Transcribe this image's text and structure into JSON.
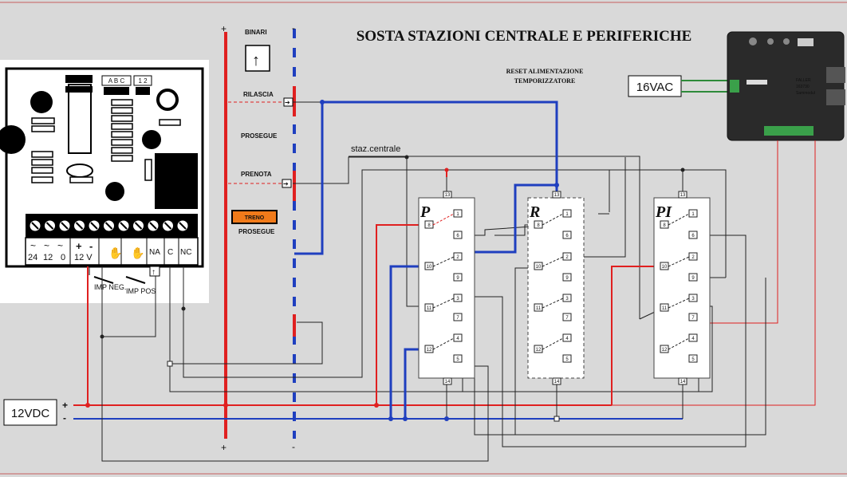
{
  "title": "SOSTA STAZIONI CENTRALE E PERIFERICHE",
  "reset_note": [
    "RESET ALIMENTAZIONE",
    "TEMPORIZZATORE"
  ],
  "supply_ac": "16VAC",
  "supply_dc": "12VDC",
  "plus": "+",
  "minus": "-",
  "binari": "BINARI",
  "rilascia": "RILASCIA",
  "prosegue": "PROSEGUE",
  "prenota": "PRENOTA",
  "treno": "TRENO",
  "staz_centrale": "staz.centrale",
  "board": {
    "jumper_abc": "A B C",
    "jumper_12": "1 2",
    "terminals": [
      "24",
      "12",
      "0",
      "12 V",
      "NA",
      "C",
      "NC"
    ],
    "symbols": [
      "~",
      "~",
      "~",
      "+",
      "-"
    ],
    "pushbuttons": [
      "IMP NEG.",
      "IMP POS"
    ]
  },
  "relays": [
    {
      "name": "P",
      "pins": {
        "p13": "13",
        "p1": "1",
        "p8": "8",
        "p6": "6",
        "p10": "10",
        "p2": "2",
        "p9": "9",
        "p11": "11",
        "p3": "3",
        "p7": "7",
        "p12": "12",
        "p4": "4",
        "p5": "5",
        "p14": "14"
      }
    },
    {
      "name": "R",
      "pins": {
        "p13": "13",
        "p1": "1",
        "p8": "8",
        "p6": "6",
        "p10": "10",
        "p2": "2",
        "p9": "9",
        "p11": "11",
        "p3": "3",
        "p7": "7",
        "p12": "12",
        "p4": "4",
        "p5": "5",
        "p14": "14"
      }
    },
    {
      "name": "PI",
      "pins": {
        "p13": "13",
        "p1": "1",
        "p8": "8",
        "p6": "6",
        "p10": "10",
        "p2": "2",
        "p9": "9",
        "p11": "11",
        "p3": "3",
        "p7": "7",
        "p12": "12",
        "p4": "4",
        "p5": "5",
        "p14": "14"
      }
    }
  ],
  "module": {
    "brand": "FALLER",
    "model": "163730",
    "sub": "Sammodul"
  },
  "colors": {
    "red": "#e02020",
    "blue": "#1f3fbf",
    "green": "#2e8b3a",
    "wire": "#222222"
  }
}
